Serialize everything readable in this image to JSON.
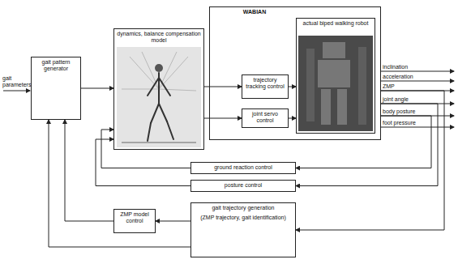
{
  "diagram": {
    "nodes": [
      {
        "text": [
          "gait pattern generator"
        ]
      },
      {
        "text": [
          "dynamics, balance compensation model"
        ]
      },
      {
        "text": [
          "WABIAN"
        ]
      },
      {
        "text": [
          "actual biped walking robot"
        ],
        "in": 2
      },
      {
        "text": [
          "trajectory tracking control"
        ],
        "in": 2
      },
      {
        "text": [
          "joint servo control"
        ],
        "in": 2
      },
      {
        "text": [
          "ground reaction control"
        ]
      },
      {
        "text": [
          "posture control"
        ]
      },
      {
        "text": [
          "ZMP model control"
        ]
      },
      {
        "text": [
          "gait trajectory generation",
          "(ZMP trajectory, gait identification)"
        ]
      }
    ],
    "edges": [
      {
        "from": 0,
        "to": 1,
        "arrow": "to"
      },
      {
        "from": 1,
        "to": 4,
        "arrow": "to"
      },
      {
        "from": 1,
        "to": 5,
        "arrow": "to"
      },
      {
        "from": 4,
        "to": 3,
        "arrow": "to"
      },
      {
        "from": 5,
        "to": 3,
        "arrow": "to"
      },
      {
        "from": 2,
        "to": 6,
        "arrow": "to"
      },
      {
        "from": 2,
        "to": 7,
        "arrow": "to"
      },
      {
        "from": 2,
        "to": 9,
        "arrow": "to"
      },
      {
        "from": 6,
        "to": 1,
        "arrow": "to"
      },
      {
        "from": 7,
        "to": 1,
        "arrow": "to"
      },
      {
        "from": 9,
        "to": 8,
        "arrow": "to"
      },
      {
        "from": 8,
        "to": 0,
        "arrow": "to"
      },
      {
        "from": 9,
        "to": 0,
        "arrow": "to"
      }
    ],
    "labels": [
      "gait parameters",
      "inclination",
      "acceleration",
      "ZMP",
      "joint angle",
      "body posture",
      "foot pressure"
    ]
  }
}
